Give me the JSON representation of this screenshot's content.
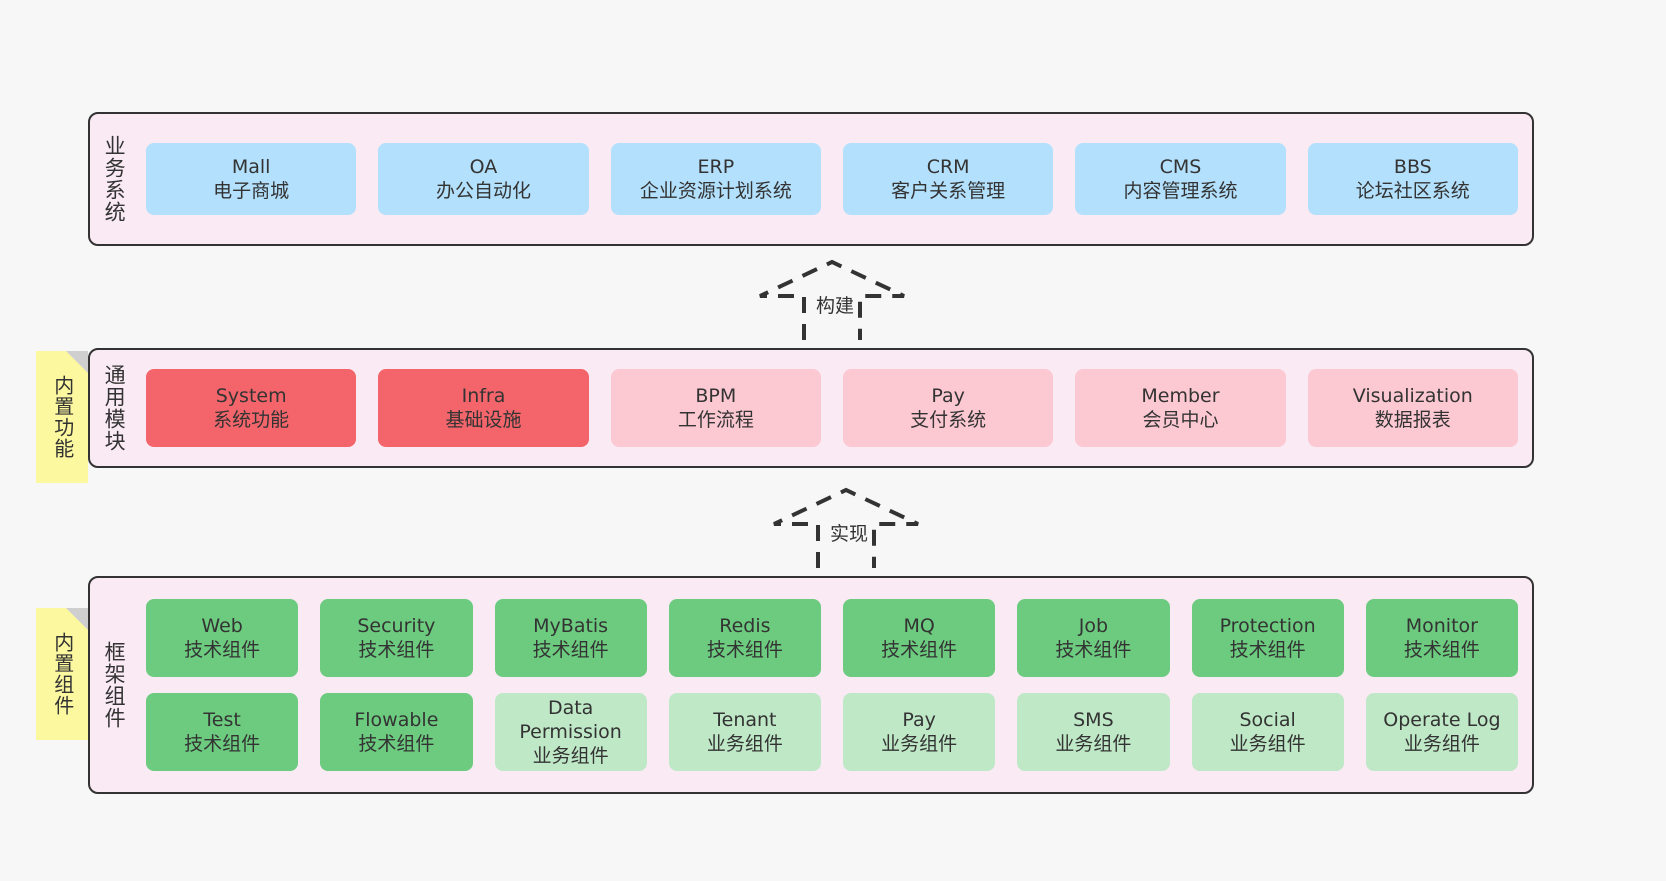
{
  "diagram": {
    "background_color": "#f7f7f7",
    "panel_fill": "#f9eaf3",
    "panel_border": "#333333",
    "note_fill": "#fbf8a0"
  },
  "notes": [
    {
      "label": "内置功能",
      "name": "builtin-function-note"
    },
    {
      "label": "内置组件",
      "name": "builtin-component-note"
    }
  ],
  "connectors": [
    {
      "label": "构建",
      "style": "dashed-hollow-arrow",
      "direction": "up"
    },
    {
      "label": "实现",
      "style": "dashed-hollow-arrow",
      "direction": "up"
    }
  ],
  "layers": {
    "business": {
      "title": "业务系统",
      "color": "#b3e0fc",
      "cards": [
        {
          "en": "Mall",
          "cn": "电子商城"
        },
        {
          "en": "OA",
          "cn": "办公自动化"
        },
        {
          "en": "ERP",
          "cn": "企业资源计划系统"
        },
        {
          "en": "CRM",
          "cn": "客户关系管理"
        },
        {
          "en": "CMS",
          "cn": "内容管理系统"
        },
        {
          "en": "BBS",
          "cn": "论坛社区系统"
        }
      ]
    },
    "common": {
      "title": "通用模块",
      "color_primary": "#f3656b",
      "color_secondary": "#fcc9d3",
      "cards": [
        {
          "en": "System",
          "cn": "系统功能",
          "tone": "primary"
        },
        {
          "en": "Infra",
          "cn": "基础设施",
          "tone": "primary"
        },
        {
          "en": "BPM",
          "cn": "工作流程",
          "tone": "secondary"
        },
        {
          "en": "Pay",
          "cn": "支付系统",
          "tone": "secondary"
        },
        {
          "en": "Member",
          "cn": "会员中心",
          "tone": "secondary"
        },
        {
          "en": "Visualization",
          "cn": "数据报表",
          "tone": "secondary"
        }
      ]
    },
    "framework": {
      "title": "框架组件",
      "color_tech": "#6ccb7f",
      "color_biz": "#bfe8c7",
      "row1": [
        {
          "en": "Web",
          "cn": "技术组件",
          "tone": "tech"
        },
        {
          "en": "Security",
          "cn": "技术组件",
          "tone": "tech"
        },
        {
          "en": "MyBatis",
          "cn": "技术组件",
          "tone": "tech"
        },
        {
          "en": "Redis",
          "cn": "技术组件",
          "tone": "tech"
        },
        {
          "en": "MQ",
          "cn": "技术组件",
          "tone": "tech"
        },
        {
          "en": "Job",
          "cn": "技术组件",
          "tone": "tech"
        },
        {
          "en": "Protection",
          "cn": "技术组件",
          "tone": "tech"
        },
        {
          "en": "Monitor",
          "cn": "技术组件",
          "tone": "tech"
        }
      ],
      "row2": [
        {
          "en": "Test",
          "cn": "技术组件",
          "tone": "tech"
        },
        {
          "en": "Flowable",
          "cn": "技术组件",
          "tone": "tech"
        },
        {
          "en": "Data Permission",
          "cn": "业务组件",
          "tone": "biz"
        },
        {
          "en": "Tenant",
          "cn": "业务组件",
          "tone": "biz"
        },
        {
          "en": "Pay",
          "cn": "业务组件",
          "tone": "biz"
        },
        {
          "en": "SMS",
          "cn": "业务组件",
          "tone": "biz"
        },
        {
          "en": "Social",
          "cn": "业务组件",
          "tone": "biz"
        },
        {
          "en": "Operate Log",
          "cn": "业务组件",
          "tone": "biz"
        }
      ]
    }
  }
}
